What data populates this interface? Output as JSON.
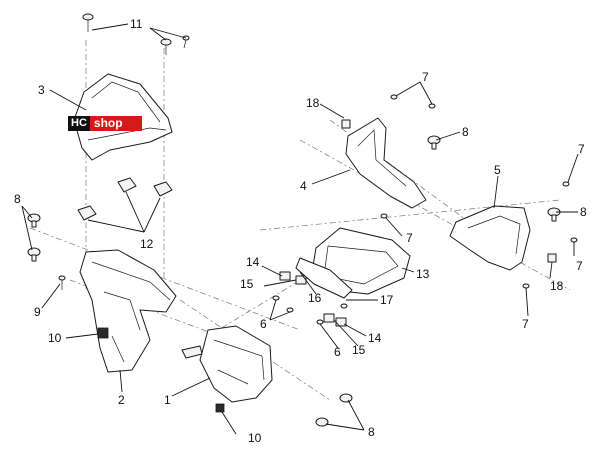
{
  "watermark": {
    "hc": "HC",
    "shop": "shop"
  },
  "callouts": {
    "c1": "1",
    "c2": "2",
    "c3": "3",
    "c4": "4",
    "c5": "5",
    "c6a": "6",
    "c6b": "6",
    "c7a": "7",
    "c7b": "7",
    "c7c": "7",
    "c7d": "7",
    "c7e": "7",
    "c7f": "7",
    "c8a": "8",
    "c8b": "8",
    "c8c": "8",
    "c8d": "8",
    "c9": "9",
    "c10a": "10",
    "c10b": "10",
    "c11": "11",
    "c12": "12",
    "c13": "13",
    "c14a": "14",
    "c14b": "14",
    "c15a": "15",
    "c15b": "15",
    "c16": "16",
    "c17": "17",
    "c18a": "18",
    "c18b": "18"
  }
}
